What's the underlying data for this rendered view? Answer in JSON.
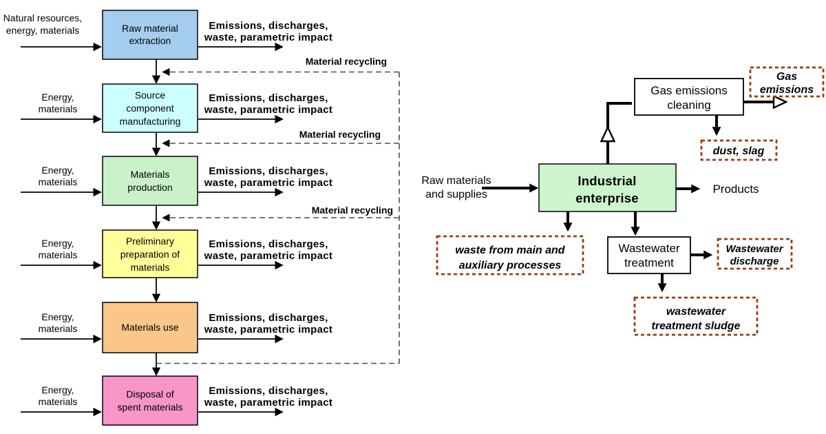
{
  "left_diagram": {
    "recycling_label": "Material recycling",
    "recycling_color": "#7d7d00",
    "rows": [
      {
        "input_lines": [
          "Natural resources,",
          "energy, materials"
        ],
        "box_lines": [
          "Raw material",
          "extraction"
        ],
        "box_color": "#a5cdf0",
        "output_lines": [
          "Emissions, discharges,",
          "waste, parametric impact"
        ]
      },
      {
        "input_lines": [
          "Energy,",
          "materials"
        ],
        "box_lines": [
          "Source",
          "component",
          "manufacturing"
        ],
        "box_color": "#ccffff",
        "output_lines": [
          "Emissions, discharges,",
          "waste, parametric impact"
        ]
      },
      {
        "input_lines": [
          "Energy,",
          "materials"
        ],
        "box_lines": [
          "Materials",
          "production"
        ],
        "box_color": "#c9f2c9",
        "output_lines": [
          "Emissions, discharges,",
          "waste, parametric impact"
        ]
      },
      {
        "input_lines": [
          "Energy,",
          "materials"
        ],
        "box_lines": [
          "Preliminary",
          "preparation of",
          "materials"
        ],
        "box_color": "#ffff99",
        "output_lines": [
          "Emissions, discharges,",
          "waste, parametric impact"
        ]
      },
      {
        "input_lines": [
          "Energy,",
          "materials"
        ],
        "box_lines": [
          "Materials use"
        ],
        "box_color": "#fbc68a",
        "output_lines": [
          "Emissions, discharges,",
          "waste, parametric impact"
        ]
      },
      {
        "input_lines": [
          "Energy,",
          "materials"
        ],
        "box_lines": [
          "Disposal of",
          "spent materials"
        ],
        "box_color": "#f896c9",
        "output_lines": [
          "Emissions, discharges,",
          "waste, parametric impact"
        ]
      }
    ]
  },
  "right_diagram": {
    "dashed_border_color": "#a23a10",
    "raw_materials_label": [
      "Raw materials",
      "and supplies"
    ],
    "enterprise_box": [
      "Industrial",
      "enterprise"
    ],
    "enterprise_color": "#cdf4cd",
    "products_label": "Products",
    "gas_cleaning_box": [
      "Gas emissions",
      "cleaning"
    ],
    "gas_emissions_box": [
      "Gas",
      "emissions"
    ],
    "dust_slag_box": "dust, slag",
    "waste_box": [
      "waste from main and",
      "auxiliary processes"
    ],
    "wastewater_treatment_box": [
      "Wastewater",
      "treatment"
    ],
    "wastewater_discharge_box": [
      "Wastewater",
      "discharge"
    ],
    "sludge_box": [
      "wastewater",
      "treatment sludge"
    ]
  }
}
